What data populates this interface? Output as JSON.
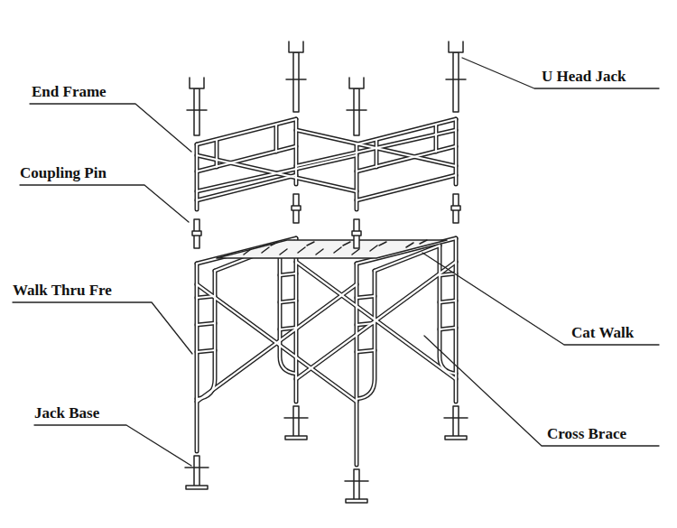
{
  "diagram": {
    "labels": [
      "End Frame",
      "Coupling Pin",
      "Walk Thru Fre",
      "Jack Base",
      "U Head Jack",
      "Cat Walk",
      "Cross Brace"
    ]
  }
}
